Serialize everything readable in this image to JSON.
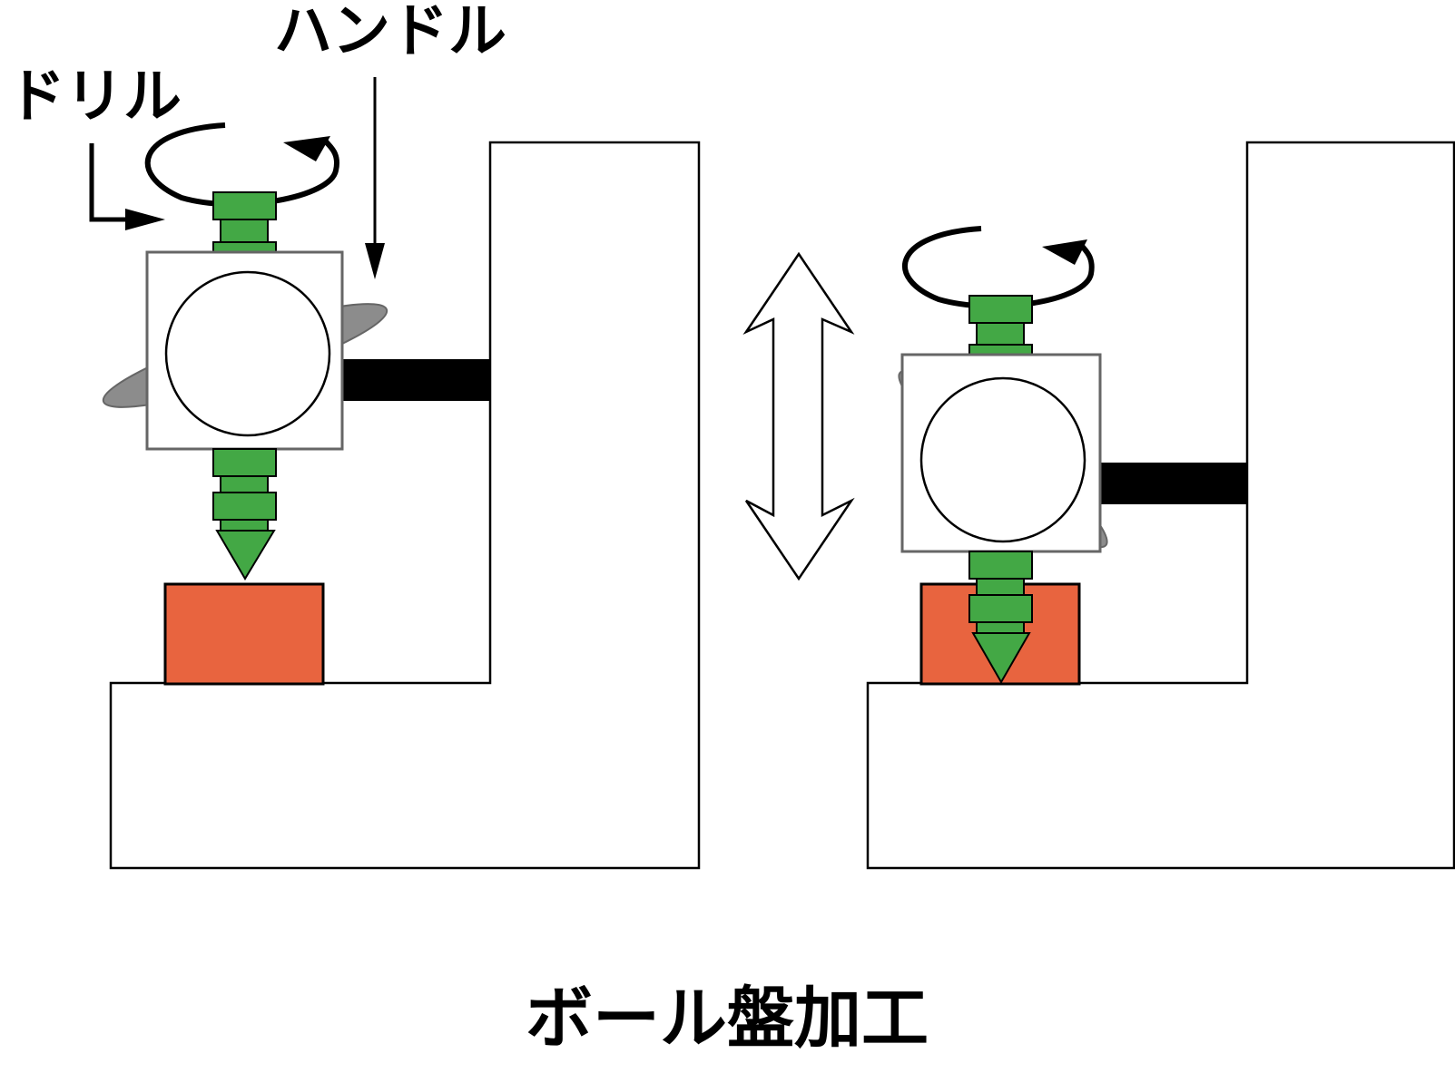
{
  "labels": {
    "drill": "ドリル",
    "handle": "ハンドル",
    "caption": "ボール盤加工"
  },
  "colors": {
    "drill_green": "#43a845",
    "workpiece_orange": "#e8643f",
    "handle_gray": "#8c8c8c",
    "frame_outline": "#000000",
    "head_outline": "#666666"
  }
}
